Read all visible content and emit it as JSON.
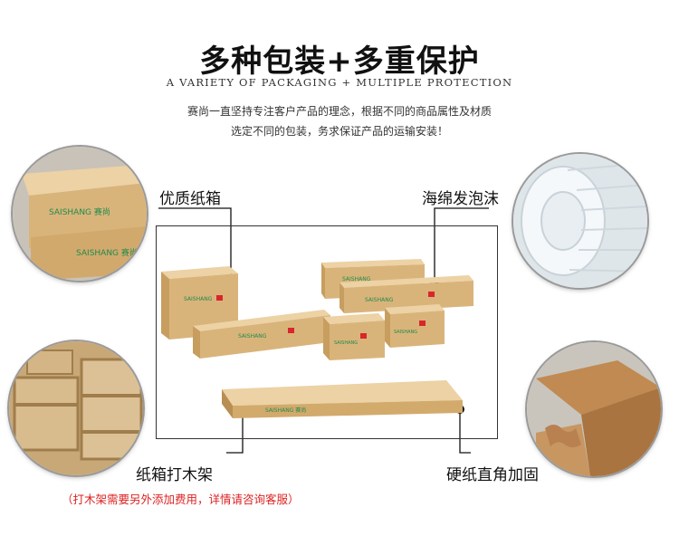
{
  "header": {
    "title": "多种包装+多重保护",
    "subtitle": "A VARIETY OF PACKAGING + MULTIPLE PROTECTION",
    "desc_line1": "赛尚一直坚持专注客户产品的理念，根据不同的商品属性及材质",
    "desc_line2": "选定不同的包装，务求保证产品的运输安装！"
  },
  "labels": {
    "carton": "优质纸箱",
    "foam": "海绵发泡沫",
    "wood": "纸箱打木架",
    "corner": "硬纸直角加固"
  },
  "note": "（打木架需要另外添加费用，详情请咨询客服）",
  "brand": {
    "name_en": "SAISHANG",
    "name_cn": "赛尚"
  },
  "colors": {
    "cardboard": "#d9b47a",
    "brand_green": "#1f8a4c",
    "brand_red": "#d8262b",
    "note_red": "#d22222"
  }
}
